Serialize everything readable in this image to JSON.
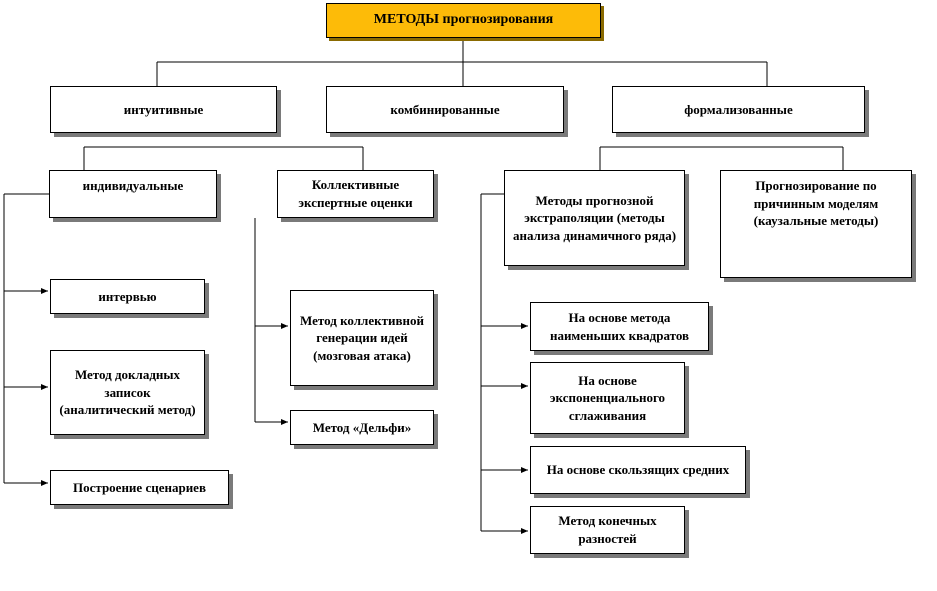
{
  "colors": {
    "root_fill": "#FDBB08",
    "box_fill": "#FFFFFF",
    "line": "#000000",
    "shadow": "#7A7A7A"
  },
  "root": {
    "label": "МЕТОДЫ прогнозирования"
  },
  "level1": {
    "intuitive": "интуитивные",
    "combined": "комбинированные",
    "formalized": "формализованные"
  },
  "intuitive": {
    "individual": {
      "label": "индивидуальные"
    },
    "collective": {
      "label": "Коллективные экспертные оценки"
    },
    "individual_methods": [
      {
        "label": "интервью"
      },
      {
        "label": "Метод докладных записок (аналитический метод)"
      },
      {
        "label": "Построение сценариев"
      }
    ],
    "collective_methods": [
      {
        "label": "Метод коллективной генерации идей (мозговая атака)"
      },
      {
        "label": "Метод «Дельфи»"
      }
    ]
  },
  "formalized": {
    "extrapolation": {
      "label": "Методы прогнозной экстраполяции (методы анализа динамичного ряда)"
    },
    "causal": {
      "label": "Прогнозирование по причинным моделям (каузальные методы)"
    },
    "extrapolation_methods": [
      {
        "label": "На основе метода наименьших квадратов"
      },
      {
        "label": "На основе экспоненциального сглаживания"
      },
      {
        "label": "На основе скользящих средних"
      },
      {
        "label": "Метод конечных разностей"
      }
    ]
  }
}
